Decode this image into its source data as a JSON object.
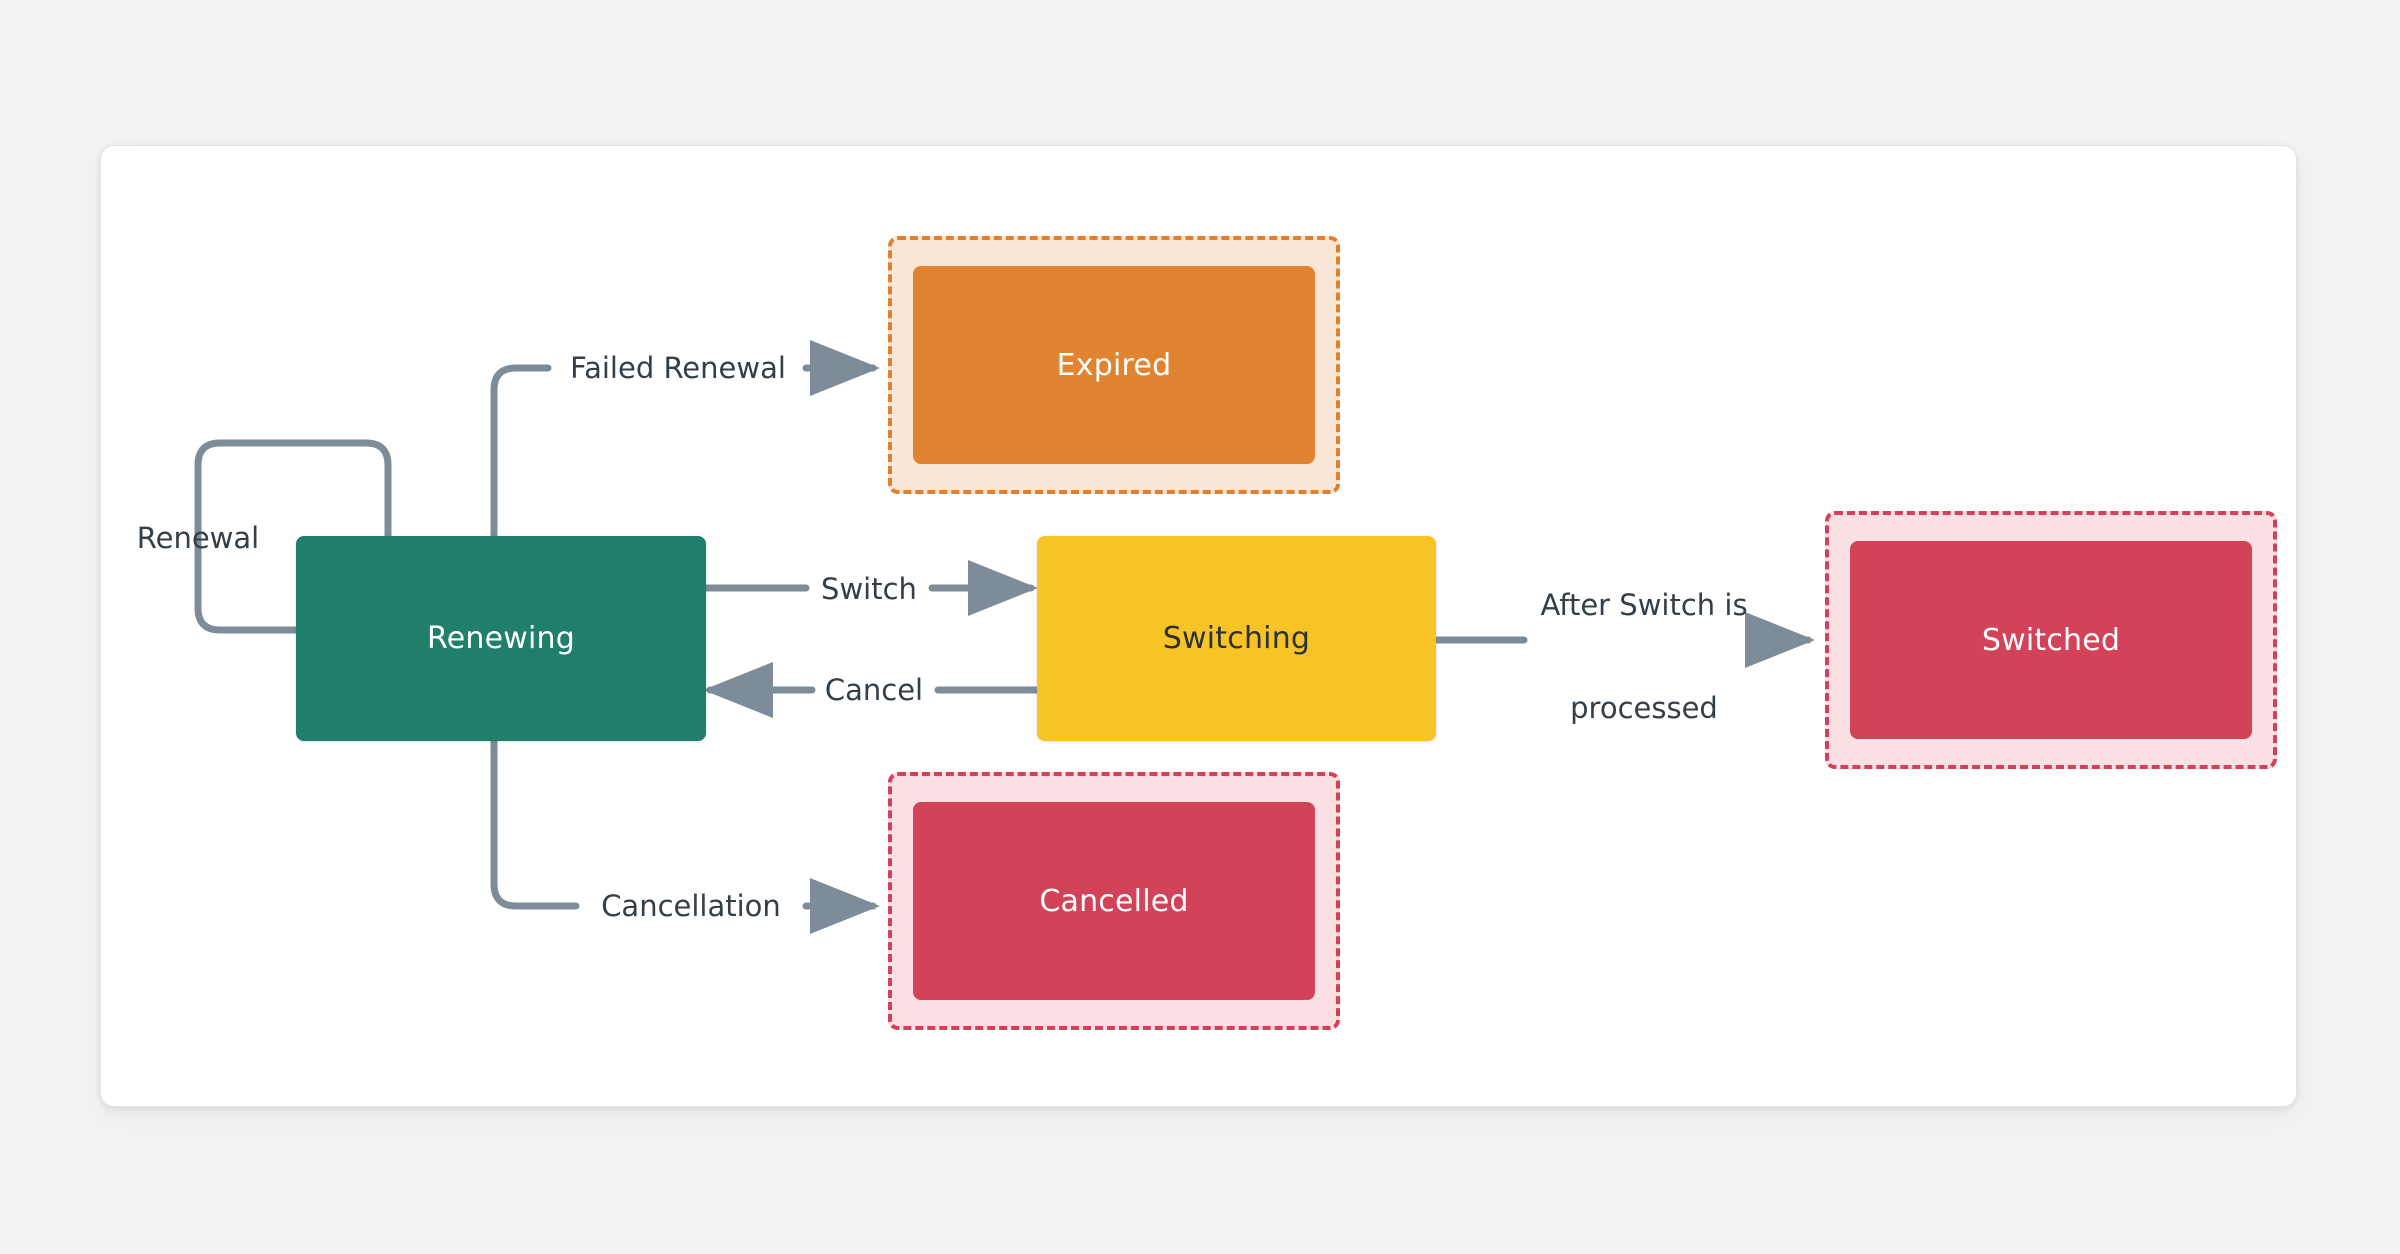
{
  "diagram": {
    "type": "state-machine",
    "title": "",
    "nodes": [
      {
        "id": "renewing",
        "label": "Renewing",
        "style": "solid",
        "fill": "#1f7f6b",
        "text_color": "#ffffff"
      },
      {
        "id": "expired",
        "label": "Expired",
        "style": "halo-dashed",
        "fill": "#e08432",
        "halo": "#fae6d6",
        "border": "#e0802c",
        "text_color": "#ffffff"
      },
      {
        "id": "switching",
        "label": "Switching",
        "style": "solid",
        "fill": "#f7c325",
        "text_color": "#2b3137"
      },
      {
        "id": "cancelled",
        "label": "Cancelled",
        "style": "halo-dashed",
        "fill": "#d24258",
        "halo": "#fadfe3",
        "border": "#d2405a",
        "text_color": "#ffffff"
      },
      {
        "id": "switched",
        "label": "Switched",
        "style": "halo-dashed",
        "fill": "#d24258",
        "halo": "#fadfe3",
        "border": "#d2405a",
        "text_color": "#ffffff"
      }
    ],
    "edges": [
      {
        "id": "renewal",
        "from": "renewing",
        "to": "renewing",
        "label": "Renewal"
      },
      {
        "id": "failed-renewal",
        "from": "renewing",
        "to": "expired",
        "label": "Failed Renewal"
      },
      {
        "id": "switch",
        "from": "renewing",
        "to": "switching",
        "label": "Switch"
      },
      {
        "id": "cancel",
        "from": "switching",
        "to": "renewing",
        "label": "Cancel"
      },
      {
        "id": "cancellation",
        "from": "renewing",
        "to": "cancelled",
        "label": "Cancellation"
      },
      {
        "id": "after-switch",
        "from": "switching",
        "to": "switched",
        "label": "After Switch is\nprocessed",
        "label_line1": "After Switch is",
        "label_line2": "processed"
      }
    ],
    "colors": {
      "edge_line": "#7e8c99",
      "edge_text": "#333f48",
      "card_background": "#ffffff",
      "page_background": "#f2f3f3"
    }
  }
}
